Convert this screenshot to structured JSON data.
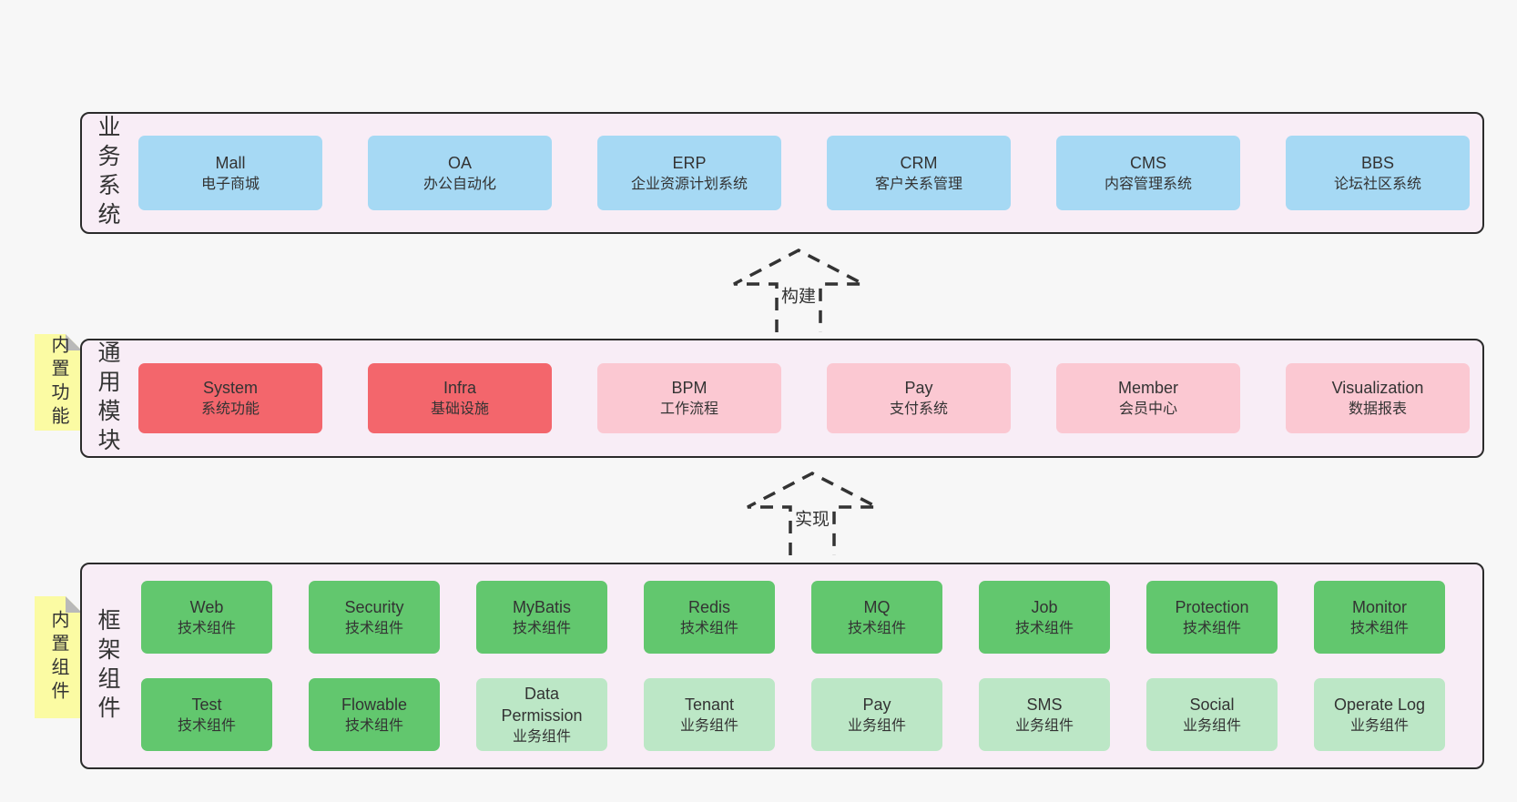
{
  "colors": {
    "page": "#f7f7f7",
    "panel": "#f8edf6",
    "border": "#2b2b2b",
    "text": "#333333",
    "blue": "#a6d9f4",
    "red": "#f3666c",
    "pink": "#fbc8d2",
    "green": "#62c76e",
    "lgreen": "#bce7c6",
    "yellow": "#fbfba3",
    "fold": "#b9b9b9"
  },
  "arrows": {
    "build": "构建",
    "implement": "实现"
  },
  "panels": {
    "business": {
      "label": "业务系统",
      "boxes": [
        {
          "en": "Mall",
          "zh": "电子商城"
        },
        {
          "en": "OA",
          "zh": "办公自动化"
        },
        {
          "en": "ERP",
          "zh": "企业资源计划系统"
        },
        {
          "en": "CRM",
          "zh": "客户关系管理"
        },
        {
          "en": "CMS",
          "zh": "内容管理系统"
        },
        {
          "en": "BBS",
          "zh": "论坛社区系统"
        }
      ]
    },
    "modules": {
      "label": "通用模块",
      "sticky": "内置功能",
      "boxes": [
        {
          "en": "System",
          "zh": "系统功能"
        },
        {
          "en": "Infra",
          "zh": "基础设施"
        },
        {
          "en": "BPM",
          "zh": "工作流程"
        },
        {
          "en": "Pay",
          "zh": "支付系统"
        },
        {
          "en": "Member",
          "zh": "会员中心"
        },
        {
          "en": "Visualization",
          "zh": "数据报表"
        }
      ]
    },
    "framework": {
      "label": "框架组件",
      "sticky": "内置组件",
      "row1": [
        {
          "en": "Web",
          "zh": "技术组件"
        },
        {
          "en": "Security",
          "zh": "技术组件"
        },
        {
          "en": "MyBatis",
          "zh": "技术组件"
        },
        {
          "en": "Redis",
          "zh": "技术组件"
        },
        {
          "en": "MQ",
          "zh": "技术组件"
        },
        {
          "en": "Job",
          "zh": "技术组件"
        },
        {
          "en": "Protection",
          "zh": "技术组件"
        },
        {
          "en": "Monitor",
          "zh": "技术组件"
        }
      ],
      "row2": [
        {
          "en": "Test",
          "zh": "技术组件"
        },
        {
          "en": "Flowable",
          "zh": "技术组件"
        },
        {
          "en": "Data Permission",
          "zh": "业务组件"
        },
        {
          "en": "Tenant",
          "zh": "业务组件"
        },
        {
          "en": "Pay",
          "zh": "业务组件"
        },
        {
          "en": "SMS",
          "zh": "业务组件"
        },
        {
          "en": "Social",
          "zh": "业务组件"
        },
        {
          "en": "Operate Log",
          "zh": "业务组件"
        }
      ]
    }
  }
}
